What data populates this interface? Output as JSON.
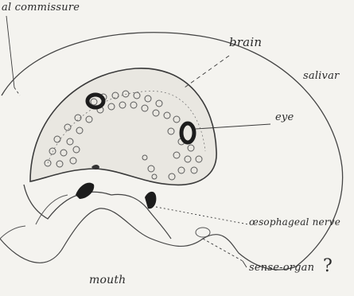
{
  "labels": {
    "commissure": "al commissure",
    "brain": "brain",
    "salivary": "salivar",
    "eye": "eye",
    "oesophageal": "œsophageal nerve",
    "sense_organ": "sense-organ",
    "question": "?",
    "mouth": "mouth"
  },
  "colors": {
    "paper": "#f4f3ef",
    "ink": "#2a2a2a",
    "cell": "#5a5a5a",
    "eye_dark": "#1c1c1c"
  }
}
